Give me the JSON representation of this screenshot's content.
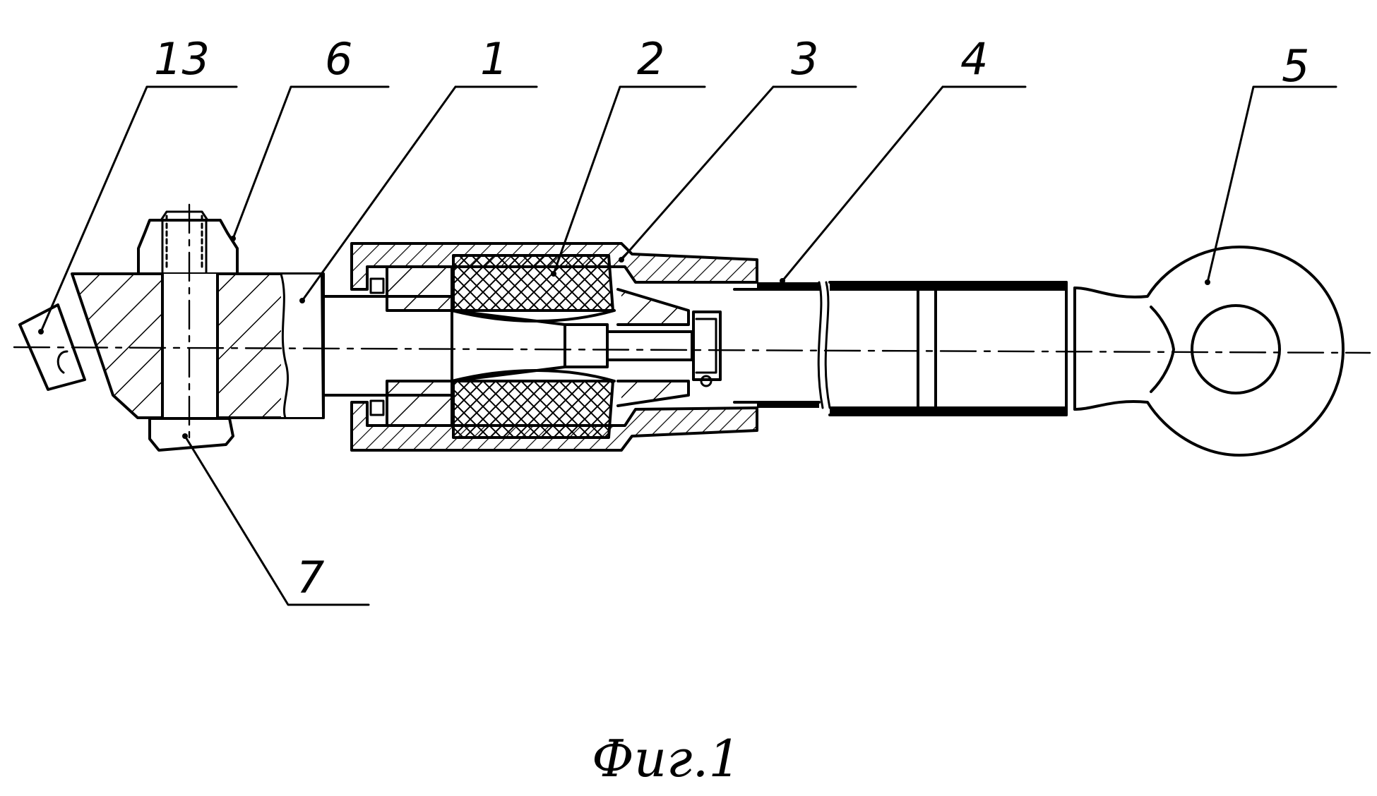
{
  "figure": {
    "caption": "Фиг.1",
    "labels": {
      "l13": "13",
      "l6": "6",
      "l1": "1",
      "l2": "2",
      "l3": "3",
      "l4": "4",
      "l5": "5",
      "l7": "7"
    }
  }
}
